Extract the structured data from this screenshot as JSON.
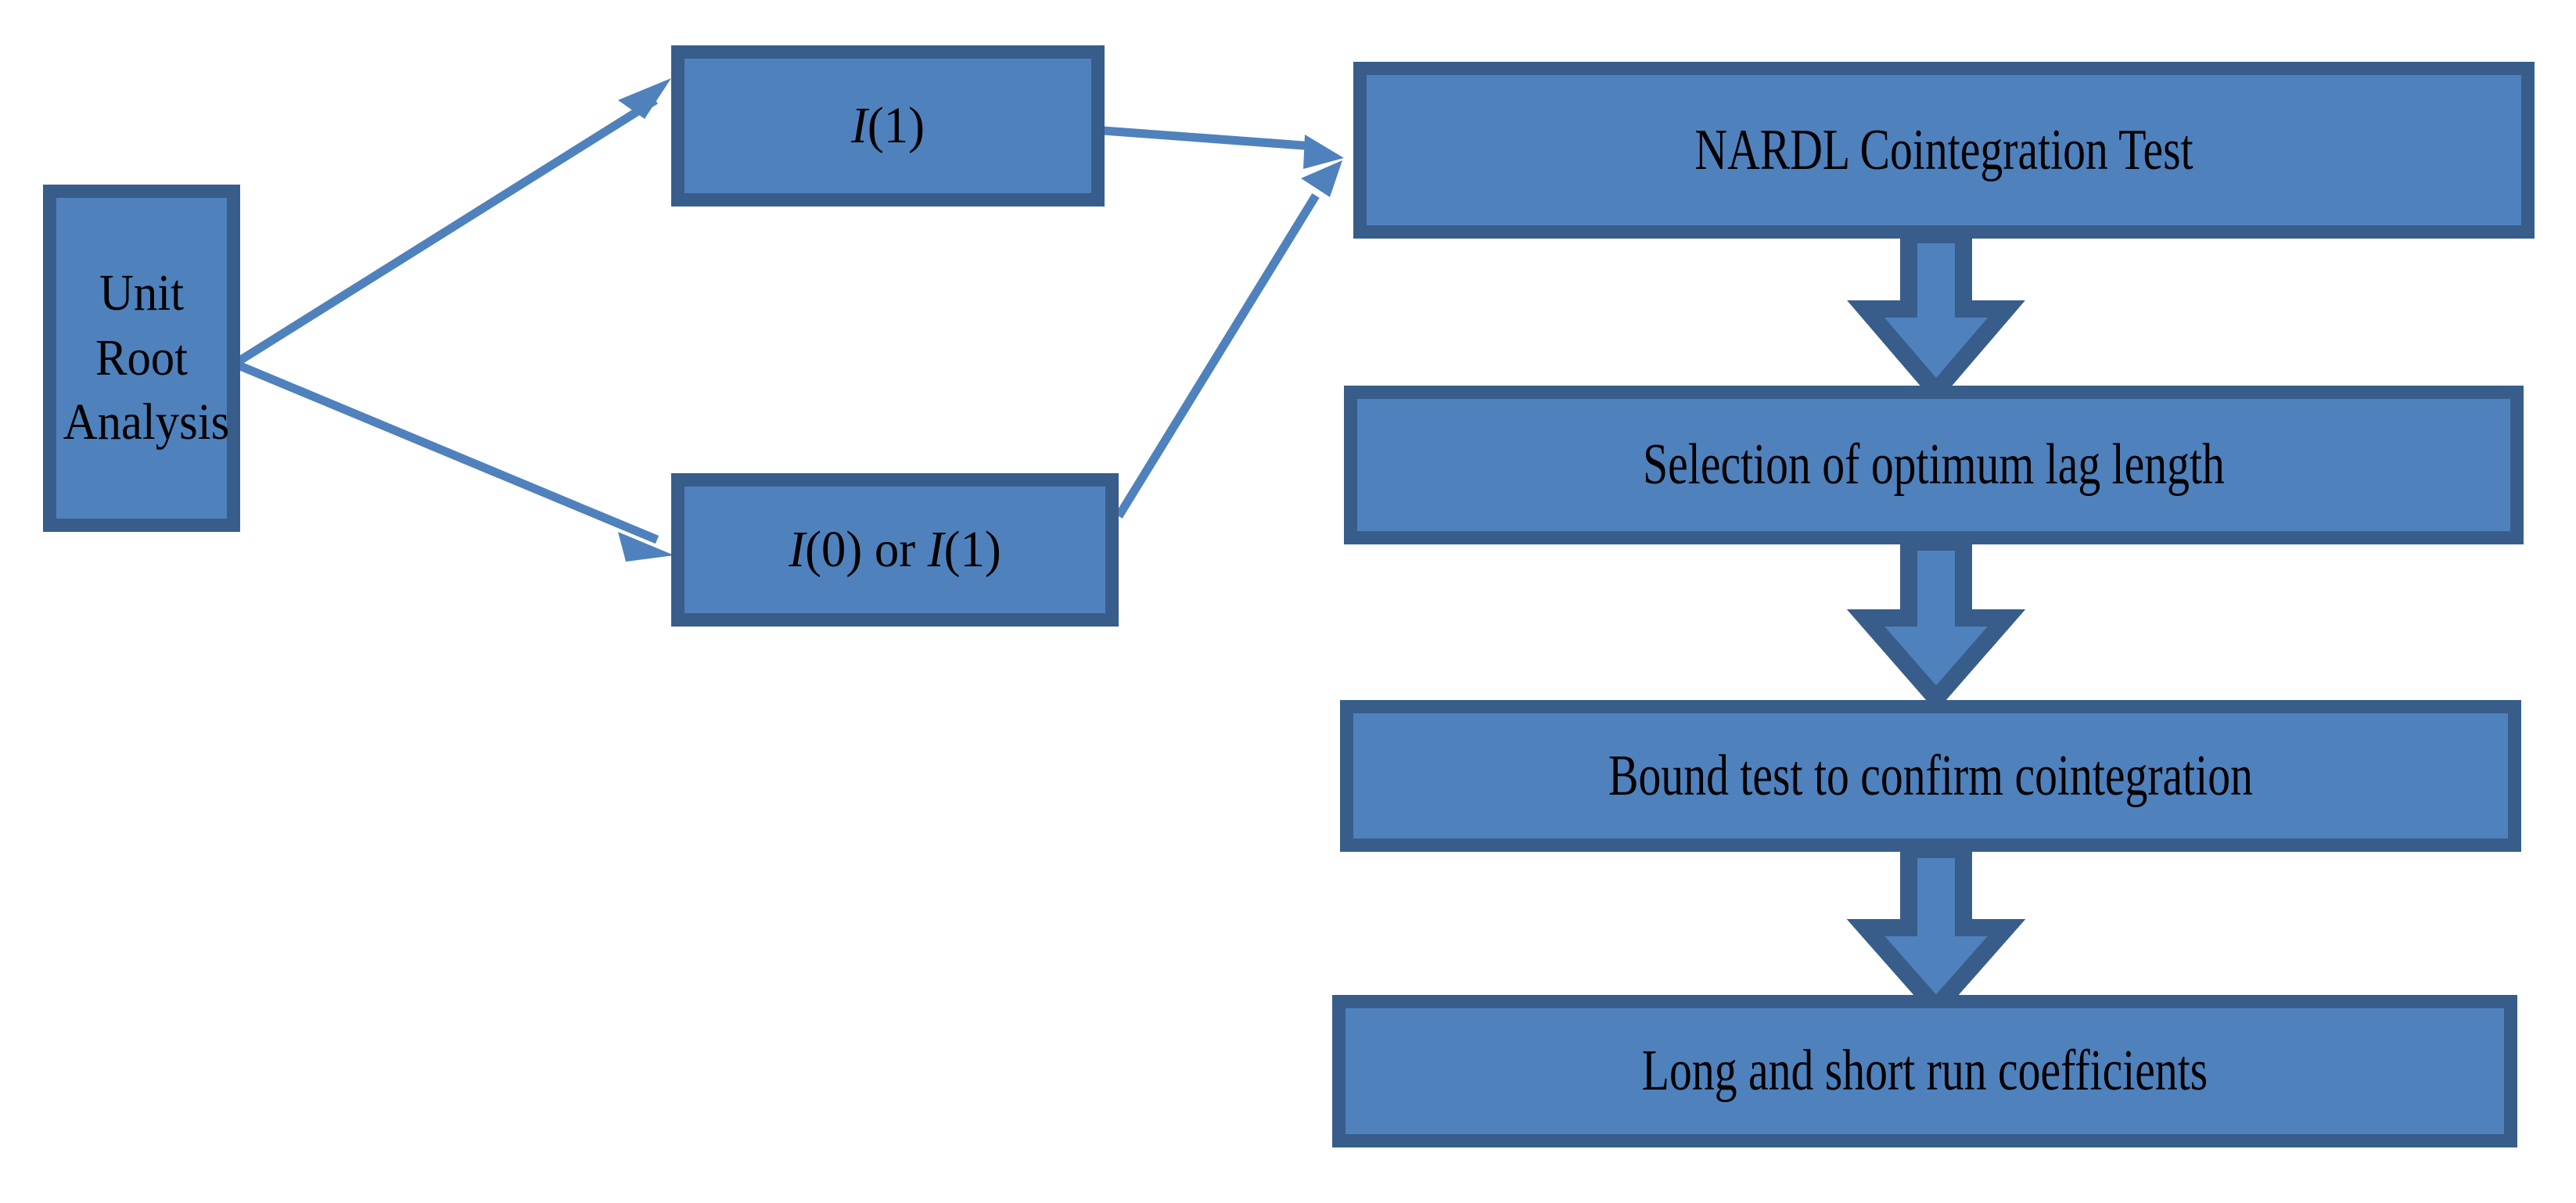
{
  "diagram": {
    "title": "NARDL methodology flow chart",
    "colors": {
      "box_fill": "#4F81BD",
      "box_border": "#385D8A",
      "arrow_line": "#4F81BD",
      "block_arrow_fill": "#4F81BD",
      "block_arrow_border": "#385D8A",
      "text": "#000000",
      "background": "#FFFFFF"
    },
    "nodes": [
      {
        "id": "unit-root",
        "label": "Unit   Root Analysis",
        "line1": "Unit   Root",
        "line2": "Analysis"
      },
      {
        "id": "i1",
        "label": "I(1)",
        "italic_part": "I",
        "rest": "(1)"
      },
      {
        "id": "i0-or-i1",
        "label": "I(0) or I(1)",
        "a_italic": "I",
        "a_rest": "(0)",
        "conj": " or ",
        "b_italic": "I",
        "b_rest": "(1)"
      },
      {
        "id": "nardl",
        "label": "NARDL Cointegration Test"
      },
      {
        "id": "lag",
        "label": "Selection of optimum lag length"
      },
      {
        "id": "bound",
        "label": "Bound test to confirm cointegration"
      },
      {
        "id": "coeff",
        "label": "Long and short run coefficients"
      }
    ],
    "edges": [
      {
        "from": "unit-root",
        "to": "i1",
        "style": "line-arrow",
        "direction": "up-right"
      },
      {
        "from": "unit-root",
        "to": "i0-or-i1",
        "style": "line-arrow",
        "direction": "down-right"
      },
      {
        "from": "i1",
        "to": "nardl",
        "style": "line-arrow",
        "direction": "right"
      },
      {
        "from": "i0-or-i1",
        "to": "nardl",
        "style": "line-arrow",
        "direction": "up-right"
      },
      {
        "from": "nardl",
        "to": "lag",
        "style": "block-arrow",
        "direction": "down"
      },
      {
        "from": "lag",
        "to": "bound",
        "style": "block-arrow",
        "direction": "down"
      },
      {
        "from": "bound",
        "to": "coeff",
        "style": "block-arrow",
        "direction": "down"
      }
    ]
  }
}
